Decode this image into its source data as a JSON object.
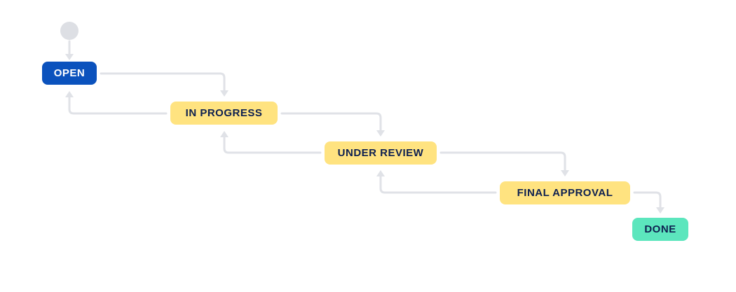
{
  "diagram": {
    "title": "issue-workflow",
    "background": "#ffffff",
    "connector_color": "#e0e2e7",
    "start_node": {
      "name": "start",
      "color": "#dddfe4"
    },
    "statuses": [
      {
        "id": "open",
        "label": "OPEN",
        "bg": "#0b52bd",
        "text_color": "#ffffff"
      },
      {
        "id": "in-progress",
        "label": "IN PROGRESS",
        "bg": "#ffe380",
        "text_color": "#0e2050"
      },
      {
        "id": "under-review",
        "label": "UNDER REVIEW",
        "bg": "#ffe380",
        "text_color": "#0e2050"
      },
      {
        "id": "final-approval",
        "label": "FINAL APPROVAL",
        "bg": "#ffe380",
        "text_color": "#0e2050"
      },
      {
        "id": "done",
        "label": "DONE",
        "bg": "#5ce6bd",
        "text_color": "#0e2050"
      }
    ],
    "transitions": [
      {
        "from": "start",
        "to": "open"
      },
      {
        "from": "open",
        "to": "in-progress"
      },
      {
        "from": "in-progress",
        "to": "open"
      },
      {
        "from": "in-progress",
        "to": "under-review"
      },
      {
        "from": "under-review",
        "to": "in-progress"
      },
      {
        "from": "under-review",
        "to": "final-approval"
      },
      {
        "from": "final-approval",
        "to": "under-review"
      },
      {
        "from": "final-approval",
        "to": "done"
      }
    ]
  }
}
